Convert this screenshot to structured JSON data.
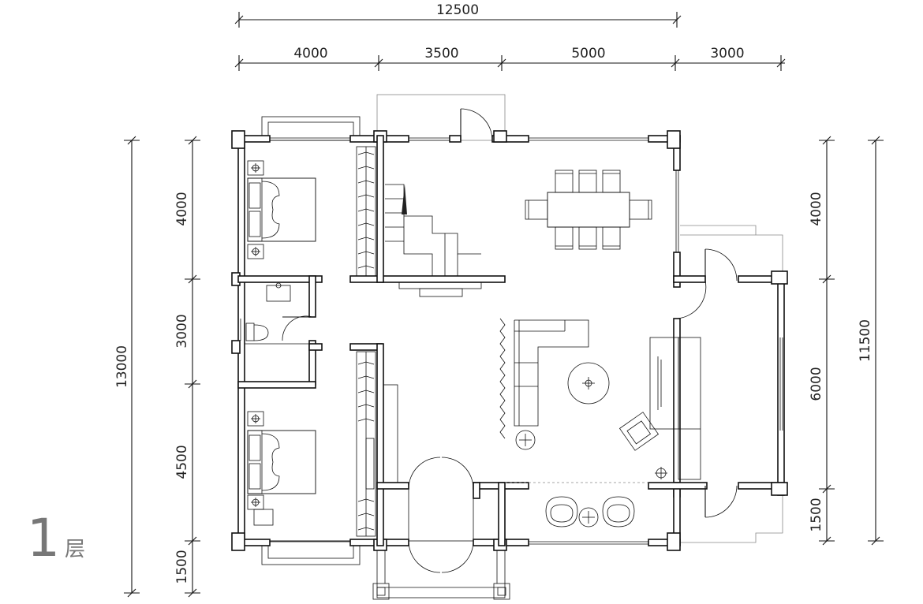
{
  "dimensions": {
    "top_overall": "12500",
    "top_segments": [
      "4000",
      "3500",
      "5000",
      "3000"
    ],
    "left_overall": "13000",
    "left_segments": [
      "4000",
      "3000",
      "4500",
      "1500"
    ],
    "right_segments": [
      "4000",
      "6000",
      "1500"
    ],
    "right_overall": "11500"
  },
  "floor_label": {
    "number": "1",
    "suffix": "层"
  }
}
